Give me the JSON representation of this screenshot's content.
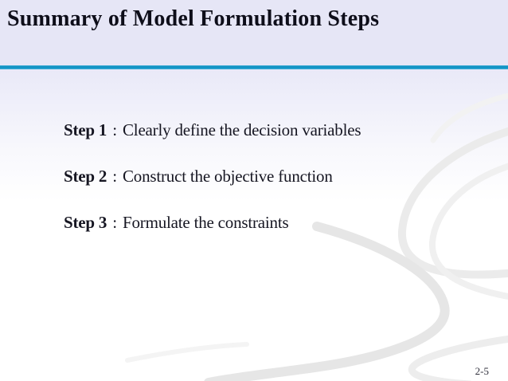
{
  "slide": {
    "title": "Summary of Model Formulation Steps",
    "steps": [
      {
        "label": "Step 1",
        "separator": ":",
        "text": "Clearly define the decision variables"
      },
      {
        "label": "Step 2",
        "separator": ":",
        "text": "Construct the objective function"
      },
      {
        "label": "Step 3",
        "separator": ":",
        "text": "Formulate the constraints"
      }
    ],
    "page_number": "2-5",
    "colors": {
      "header_background": "#e6e6f6",
      "rule_blue": "#1597c9",
      "title_text": "#0e0e1a",
      "body_text": "#161622",
      "swirl_gray": "#e7e7e7"
    }
  }
}
